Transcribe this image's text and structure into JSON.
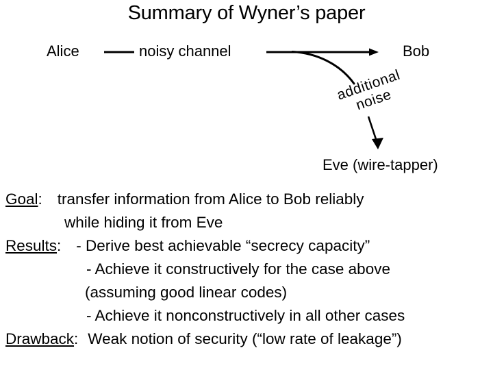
{
  "slide": {
    "title": "Summary of Wyner’s paper",
    "background_color": "#ffffff",
    "ink_color": "#000000"
  },
  "diagram": {
    "sender_label": "Alice",
    "channel_label": "noisy channel",
    "receiver_label": "Bob",
    "eavesdropper_label": "Eve (wire-tapper)",
    "annotation_line1": "additional",
    "annotation_line2": "noise",
    "connectors": [
      {
        "name": "channel-dash",
        "type": "line"
      },
      {
        "name": "alice-to-bob-arrow",
        "type": "arrow"
      },
      {
        "name": "tap-curve",
        "type": "curve"
      },
      {
        "name": "noise-to-eve-arrow",
        "type": "arrow"
      }
    ]
  },
  "content": {
    "goal_label": "Goal",
    "goal_colon": ":",
    "goal_line1": "transfer information from Alice to Bob reliably",
    "goal_line2": "while hiding it from Eve",
    "results_label": "Results",
    "results_colon": ":",
    "results_line1": "- Derive best achievable “secrecy capacity”",
    "results_line2": "- Achieve it constructively for the case above",
    "results_line3": "(assuming good linear codes)",
    "results_line4": "- Achieve it nonconstructively in all other cases",
    "drawback_label": "Drawback",
    "drawback_colon": ":",
    "drawback_text": "Weak notion of security (“low rate of leakage”)"
  }
}
